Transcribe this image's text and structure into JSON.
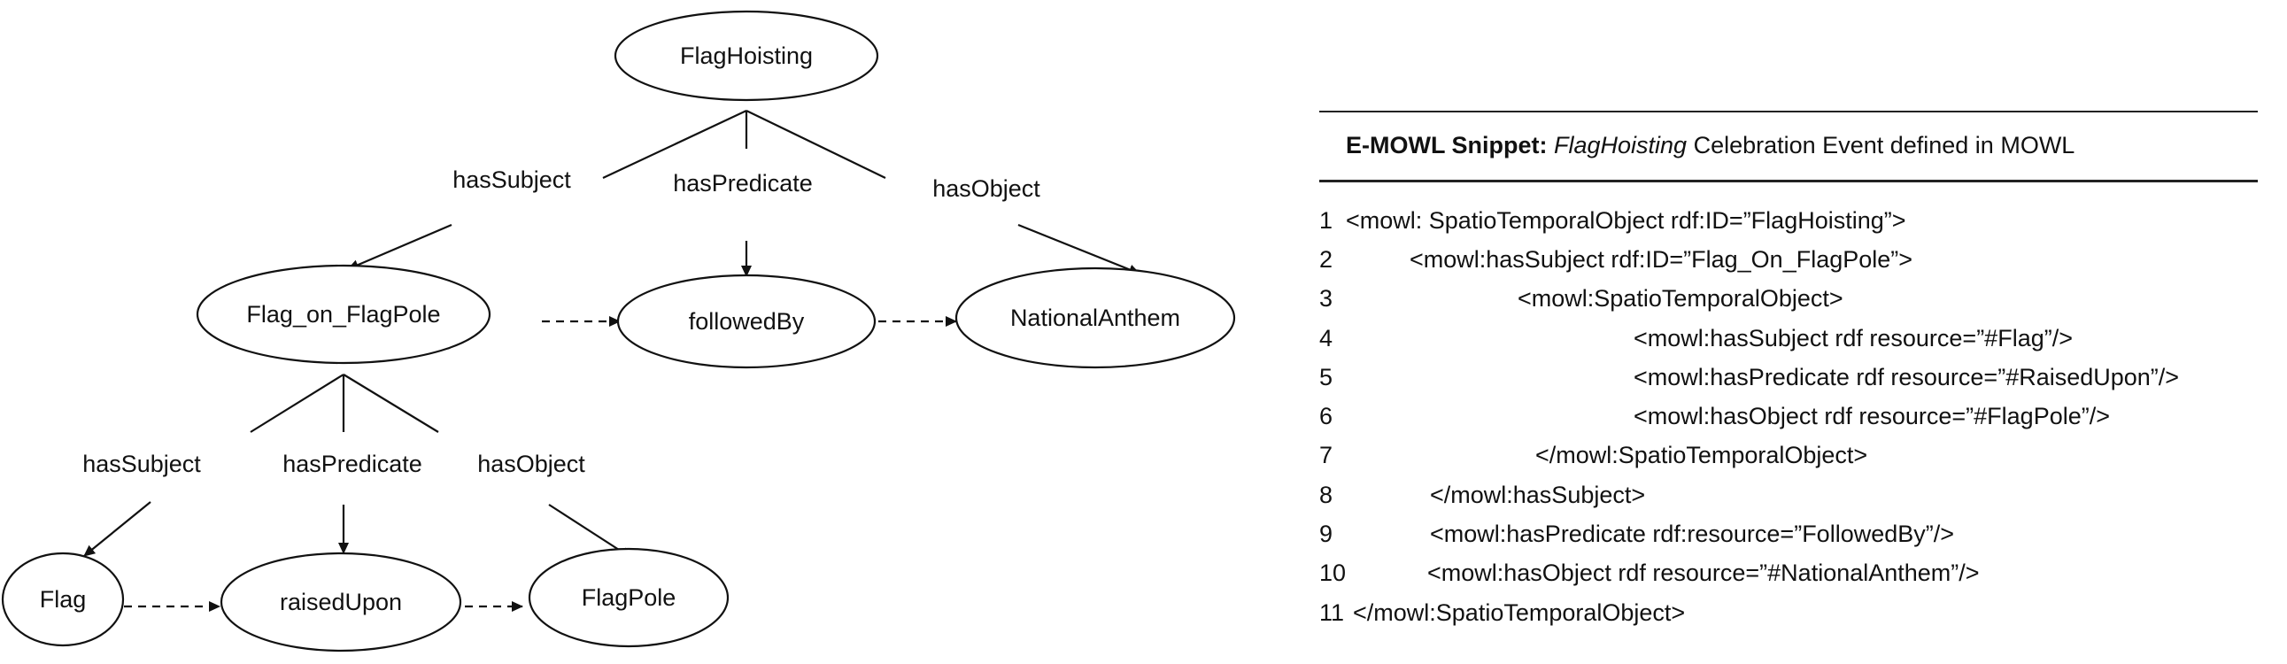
{
  "diagram": {
    "nodes": {
      "flag_hoisting": "FlagHoisting",
      "flag_on_flagpole": "Flag_on_FlagPole",
      "followed_by": "followedBy",
      "national_anthem": "NationalAnthem",
      "flag": "Flag",
      "raised_upon": "raisedUpon",
      "flagpole": "FlagPole"
    },
    "edges": {
      "top_has_subject": "hasSubject",
      "top_has_predicate": "hasPredicate",
      "top_has_object": "hasObject",
      "bottom_has_subject": "hasSubject",
      "bottom_has_predicate": "hasPredicate",
      "bottom_has_object": "hasObject"
    }
  },
  "snippet": {
    "title_bold": "E-MOWL Snippet:",
    "title_italic": "FlagHoisting",
    "title_rest": "Celebration Event defined in MOWL",
    "lines": [
      {
        "num": "1",
        "code": "<mowl: SpatioTemporalObject rdf:ID=”FlagHoisting”>"
      },
      {
        "num": "2",
        "code": "<mowl:hasSubject rdf:ID=”Flag_On_FlagPole”>"
      },
      {
        "num": "3",
        "code": "<mowl:SpatioTemporalObject>"
      },
      {
        "num": "4",
        "code": "<mowl:hasSubject rdf resource=”#Flag”/>"
      },
      {
        "num": "5",
        "code": "<mowl:hasPredicate rdf resource=”#RaisedUpon”/>"
      },
      {
        "num": "6",
        "code": "<mowl:hasObject rdf resource=”#FlagPole”/>"
      },
      {
        "num": "7",
        "code": "</mowl:SpatioTemporalObject>"
      },
      {
        "num": "8",
        "code": "</mowl:hasSubject>"
      },
      {
        "num": "9",
        "code": "<mowl:hasPredicate rdf:resource=”FollowedBy”/>"
      },
      {
        "num": "10",
        "code": "<mowl:hasObject rdf resource=”#NationalAnthem”/>"
      },
      {
        "num": "11",
        "code": "</mowl:SpatioTemporalObject>"
      }
    ]
  }
}
